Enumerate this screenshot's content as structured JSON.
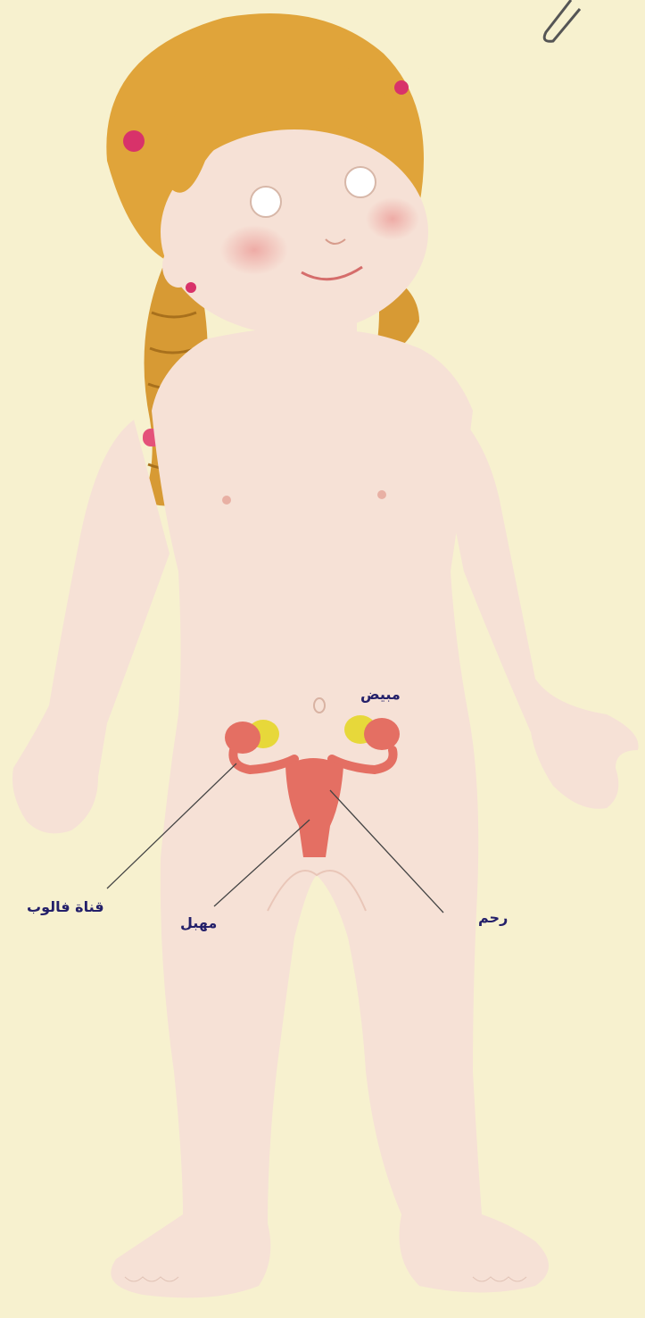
{
  "labels": {
    "ovary": "مبيض",
    "fallopian_tube": "قناة فالوب",
    "vagina": "مهبل",
    "uterus": "رحم"
  },
  "colors": {
    "background": "#f7f1cf",
    "skin": "#f6e1d6",
    "hair": "#e0a43a",
    "organ": "#e46f63",
    "ovary": "#e7d83a",
    "label_text": "#24206a"
  }
}
